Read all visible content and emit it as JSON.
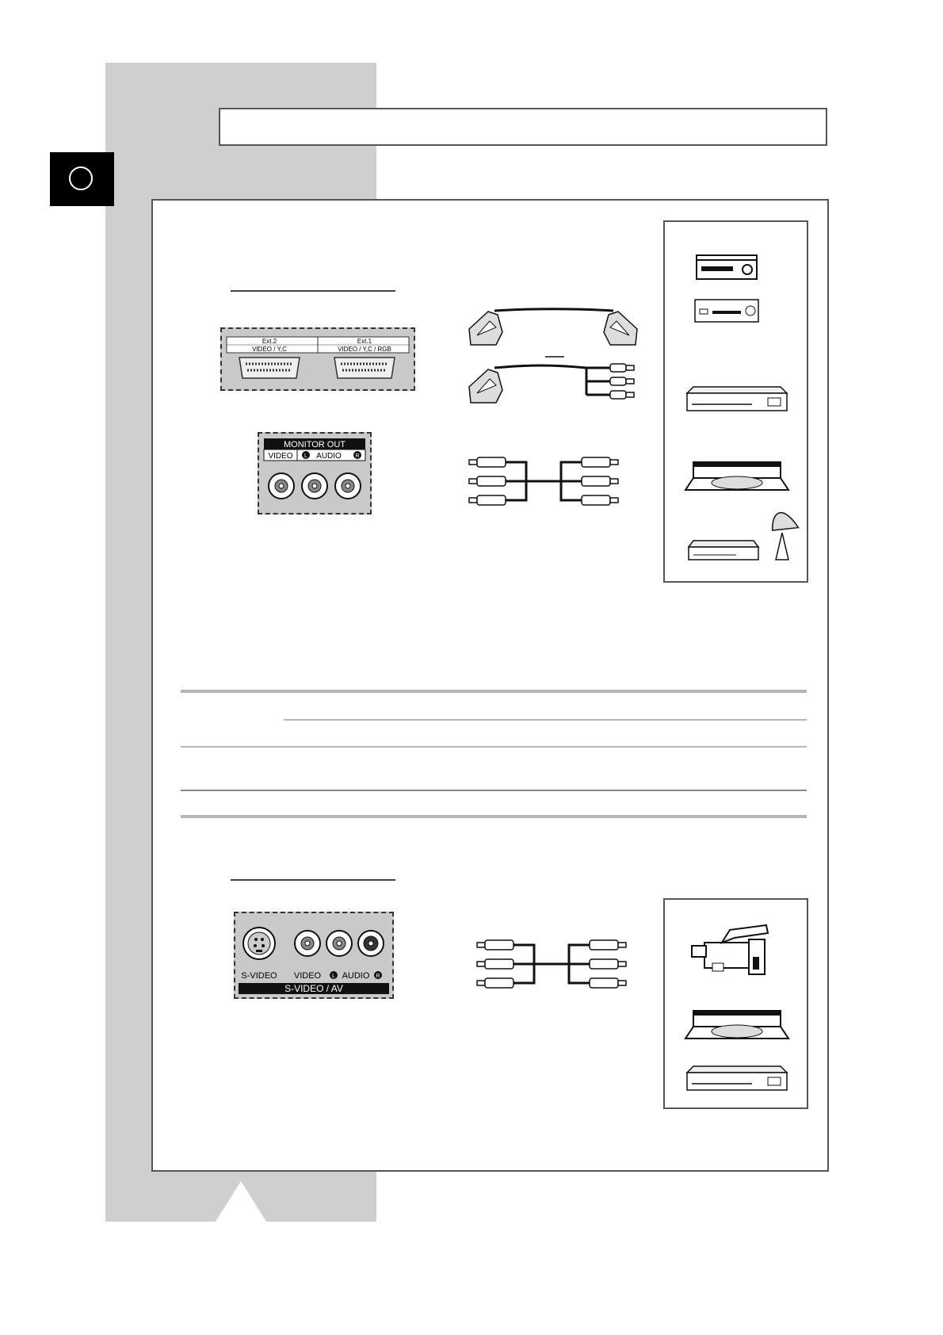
{
  "top_panels": {
    "scart": {
      "ext2_label": "Ext.2",
      "ext2_sub": "VIDEO / Y,C",
      "ext1_label": "Ext.1",
      "ext1_sub": "VIDEO / Y,C / RGB"
    },
    "monitor_out": {
      "title": "MONITOR OUT",
      "video_label": "VIDEO",
      "audio_label": "AUDIO"
    }
  },
  "bottom_panel": {
    "svideo_label": "S-VIDEO",
    "video_label": "VIDEO",
    "audio_label": "AUDIO",
    "banner": "S-VIDEO / AV"
  },
  "audio_channels": {
    "left": "L",
    "right": "R"
  },
  "devices_top": [
    "vcr-icon",
    "dvd-player-icon",
    "set-top-box-icon",
    "disc-player-icon",
    "satellite-receiver-icon"
  ],
  "devices_bottom": [
    "camcorder-icon",
    "disc-player-icon",
    "set-top-box-icon"
  ]
}
